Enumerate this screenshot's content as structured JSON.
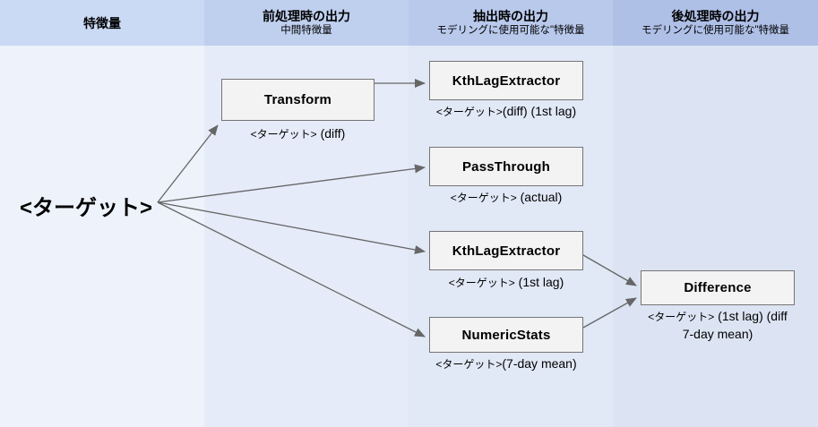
{
  "diagram": {
    "columns": [
      {
        "title": "特徴量",
        "subtitle": ""
      },
      {
        "title": "前処理時の出力",
        "subtitle": "中間特徴量"
      },
      {
        "title": "抽出時の出力",
        "subtitle": "モデリングに使用可能な\"特徴量"
      },
      {
        "title": "後処理時の出力",
        "subtitle": "モデリングに使用可能な\"特徴量"
      }
    ],
    "source_label": "<ターゲット>",
    "nodes": {
      "transform": {
        "title": "Transform",
        "cap_jp": "<ターゲット>",
        "cap_rest": " (diff)"
      },
      "kth1": {
        "title": "KthLagExtractor",
        "cap_jp": "<ターゲット>",
        "cap_rest": "(diff) (1st lag)"
      },
      "passthrough": {
        "title": "PassThrough",
        "cap_jp": "<ターゲット>",
        "cap_rest": " (actual)"
      },
      "kth2": {
        "title": "KthLagExtractor",
        "cap_jp": "<ターゲット>",
        "cap_rest": " (1st lag)"
      },
      "numericstats": {
        "title": "NumericStats",
        "cap_jp": "<ターゲット>",
        "cap_rest": "(7-day mean)"
      },
      "difference": {
        "title": "Difference",
        "cap_jp": "<ターゲット>",
        "cap_rest": " (1st lag) (diff",
        "cap_line2": "7-day mean)"
      }
    },
    "colors": {
      "header_bg": [
        "#cadaf5",
        "#bfcfee",
        "#b9c9ec",
        "#afc0e7"
      ],
      "body_bg": [
        "#edf2fb",
        "#e5ebf8",
        "#e1e8f6",
        "#dce4f3"
      ],
      "node_fill": "#f3f3f3",
      "node_border": "#757575",
      "arrow": "#666666"
    }
  }
}
